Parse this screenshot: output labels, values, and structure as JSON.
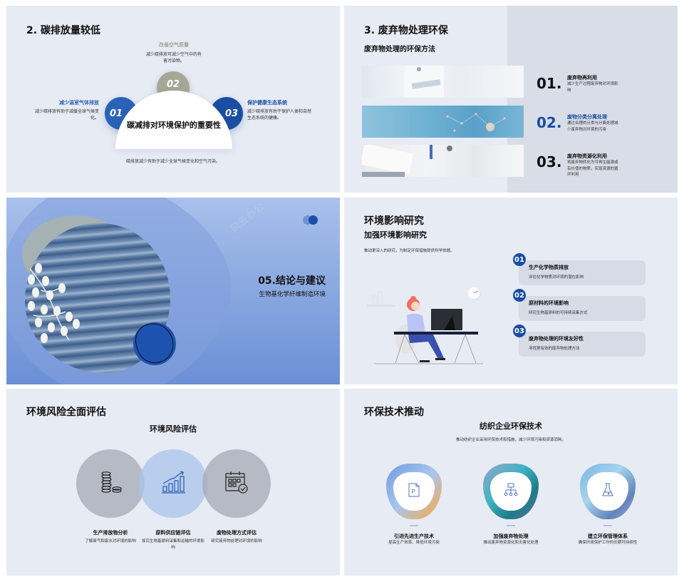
{
  "slides": [
    {
      "title": "2. 碳排放量较低",
      "center_text": "碳减排对环境保护的重要性",
      "footer": "碳排放减少有助于减少全球气候变化和空气污染。",
      "items": [
        {
          "num": "01",
          "label": "减少温室气体排放",
          "desc": "减少碳排放有助于减缓全球气候变化。",
          "color": "#2a62b8"
        },
        {
          "num": "02",
          "label": "改善空气质量",
          "desc": "减少碳排放可减少空气中的有害污染物。",
          "color": "#a6a895"
        },
        {
          "num": "03",
          "label": "保护健康生态系统",
          "desc": "减少碳排放有助于保护人类和自然生态系统的健康。",
          "color": "#1a4ea3"
        }
      ]
    },
    {
      "title": "3. 废弃物处理环保",
      "subtitle": "废弃物处理的环保方法",
      "items": [
        {
          "num": "01.",
          "label": "废弃物再利用",
          "desc": "减少生产过程废弃物对环境影响",
          "color": "#111111"
        },
        {
          "num": "02.",
          "label": "废物分类分离处理",
          "desc": "通过合理的分类与分离处理减少废弃物对环境的污染",
          "color": "#1a4ea3"
        },
        {
          "num": "03.",
          "label": "废弃物资源化利用",
          "desc": "将废弃物转化为可再生能源或有价值的物质，实现资源的循环利用",
          "color": "#111111"
        }
      ]
    },
    {
      "title": "05.结论与建议",
      "subtitle": "生物基化学纤维制造环境",
      "watermark": "风云办公"
    },
    {
      "title": "环境影响研究",
      "subtitle": "加强环境影响研究",
      "desc": "推动更深入的研究，为制定环保措施提供科学依据。",
      "items": [
        {
          "num": "01",
          "label": "生产化学物质排放",
          "desc": "评估化学物质对环境的潜在影响"
        },
        {
          "num": "02",
          "label": "原材料的环境影响",
          "desc": "研究生物基原料的可持续采集方式"
        },
        {
          "num": "03",
          "label": "废弃物处理的环境友好性",
          "desc": "寻找更有效的废弃物处理方法"
        }
      ]
    },
    {
      "title": "环境风险全面评估",
      "subtitle": "环境风险评估",
      "items": [
        {
          "icon": "coins-icon",
          "label": "生产排放物分析",
          "desc": "了解废气和废水对环境的影响"
        },
        {
          "icon": "growth-chart-icon",
          "label": "原料供应链评估",
          "desc": "探究生物基原料采集和运输的环境影响"
        },
        {
          "icon": "calendar-check-icon",
          "label": "废物处理方式评估",
          "desc": "研究废弃物处理对环境的影响"
        }
      ]
    },
    {
      "title": "环保技术推动",
      "subtitle": "纺织企业环保技术",
      "desc": "推动纺织企业采用环保技术和措施，减少环境污染和资源消耗。",
      "items": [
        {
          "icon": "document-p-icon",
          "label": "引进先进生产技术",
          "desc": "提高生产效率，降低环境污染"
        },
        {
          "icon": "hierarchy-icon",
          "label": "加强废弃物处理",
          "desc": "推动废弃物资源化和无害化处理"
        },
        {
          "icon": "flask-icon",
          "label": "建立环保管理体系",
          "desc": "确保环境保护工作的长期可持续性"
        }
      ]
    }
  ]
}
